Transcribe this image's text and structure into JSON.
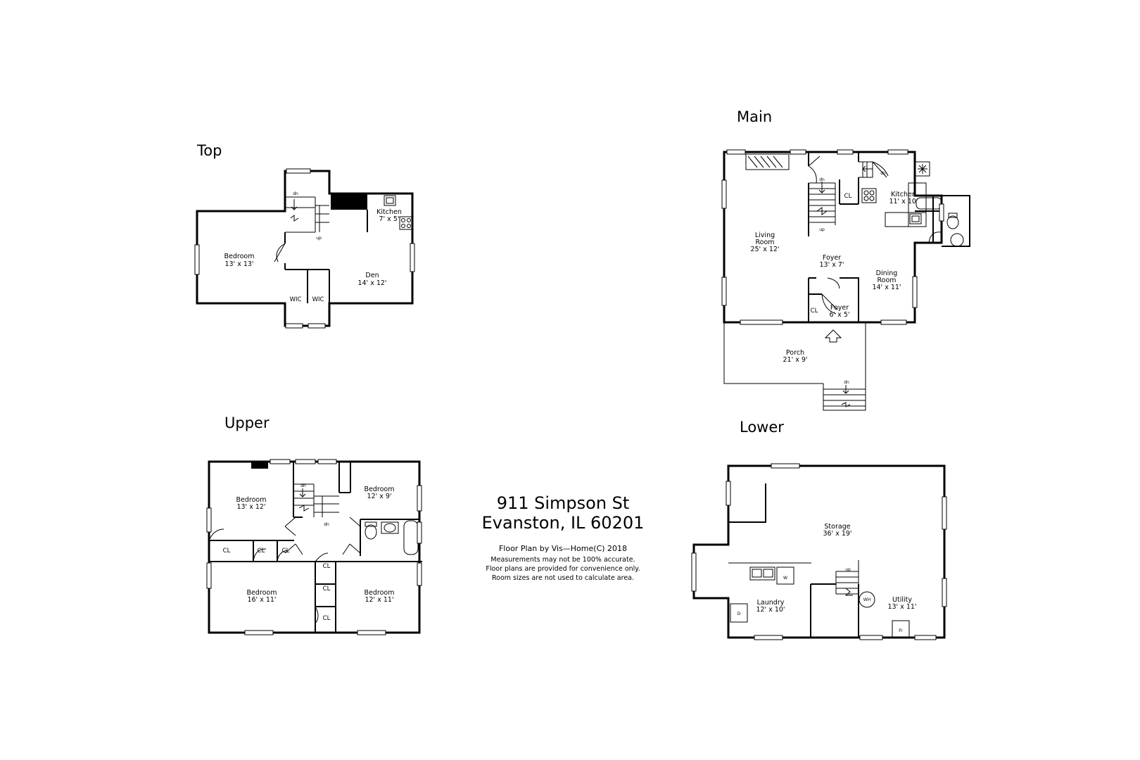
{
  "address": {
    "line1": "911 Simpson St",
    "line2": "Evanston, IL 60201"
  },
  "disclaimer": {
    "title": "Floor Plan by Vis—Home(C) 2018",
    "lines": [
      "Measurements may not be 100% accurate.",
      "Floor plans are provided for convenience only.",
      "Room sizes are not used to calculate area."
    ]
  },
  "floors": {
    "top": {
      "title": "Top",
      "rooms": [
        {
          "name": "Bedroom",
          "size": "13' x 13'"
        },
        {
          "name": "Kitchen",
          "size": "7' x 5'"
        },
        {
          "name": "Den",
          "size": "14' x 12'"
        },
        {
          "name": "WIC",
          "size": ""
        },
        {
          "name": "WIC",
          "size": ""
        }
      ],
      "stair_labels": [
        "dn",
        "up"
      ]
    },
    "main": {
      "title": "Main",
      "rooms": [
        {
          "name": "Living",
          "name2": "Room",
          "size": "25' x 12'"
        },
        {
          "name": "Kitchen",
          "size": "11' x 10'"
        },
        {
          "name": "Foyer",
          "size": "13' x 7'"
        },
        {
          "name": "Dining",
          "name2": "Room",
          "size": "14' x 11'"
        },
        {
          "name": "Foyer",
          "size": "6' x 5'"
        },
        {
          "name": "Porch",
          "size": "21' x 9'"
        },
        {
          "name": "CL",
          "size": ""
        },
        {
          "name": "CL",
          "size": ""
        }
      ],
      "stair_labels": [
        "dn",
        "up",
        "dn",
        "dn"
      ]
    },
    "upper": {
      "title": "Upper",
      "rooms": [
        {
          "name": "Bedroom",
          "size": "13' x 12'"
        },
        {
          "name": "Bedroom",
          "size": "12' x 9'"
        },
        {
          "name": "Bedroom",
          "size": "16' x 11'"
        },
        {
          "name": "Bedroom",
          "size": "12' x 11'"
        },
        {
          "name": "CL",
          "size": ""
        },
        {
          "name": "CL",
          "size": ""
        },
        {
          "name": "CL",
          "size": ""
        },
        {
          "name": "CL",
          "size": ""
        },
        {
          "name": "CL",
          "size": ""
        },
        {
          "name": "CL",
          "size": ""
        }
      ],
      "stair_labels": [
        "dn",
        "dn"
      ]
    },
    "lower": {
      "title": "Lower",
      "rooms": [
        {
          "name": "Storage",
          "size": "36' x 19'"
        },
        {
          "name": "Laundry",
          "size": "12' x 10'"
        },
        {
          "name": "Utility",
          "size": "13' x 11'"
        }
      ],
      "fixtures": [
        "W",
        "D",
        "WH",
        "Fr"
      ],
      "stair_labels": [
        "up"
      ]
    }
  }
}
